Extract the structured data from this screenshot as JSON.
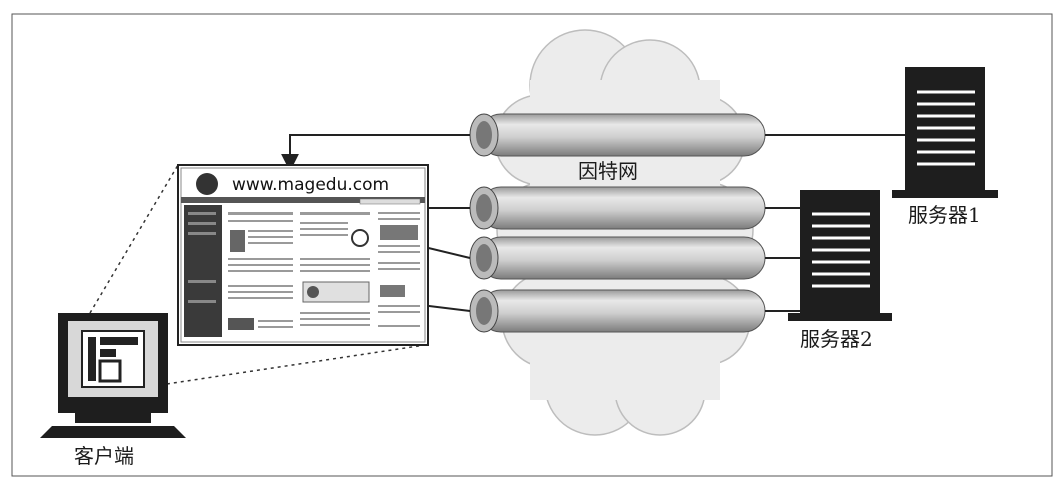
{
  "labels": {
    "internet": "因特网",
    "server1": "服务器1",
    "server2": "服务器2",
    "client": "客户端",
    "url": "www.magedu.com"
  },
  "colors": {
    "line": "#2a2a2a",
    "pipe": "#d8d8d8",
    "cloud": "#ececec",
    "server": "#1e1e1e"
  }
}
